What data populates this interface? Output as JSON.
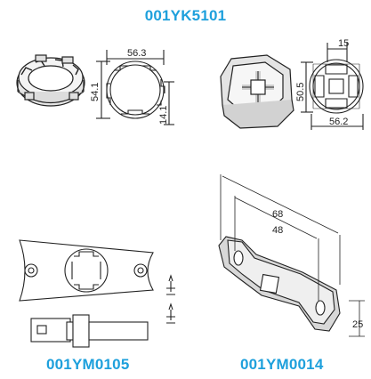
{
  "codes": {
    "top": "001YK5101",
    "bottom_left": "001YM0105",
    "bottom_right": "001YM0014"
  },
  "dimensions": {
    "ring_width": "56.3",
    "ring_height": "54.1",
    "ring_depth": "14.1",
    "adapter_top": "15",
    "adapter_height": "50.5",
    "adapter_width": "56.2",
    "bracket_outer": "68",
    "bracket_inner": "48",
    "bracket_offset": "25"
  },
  "accent_color": "#1ea0dc"
}
